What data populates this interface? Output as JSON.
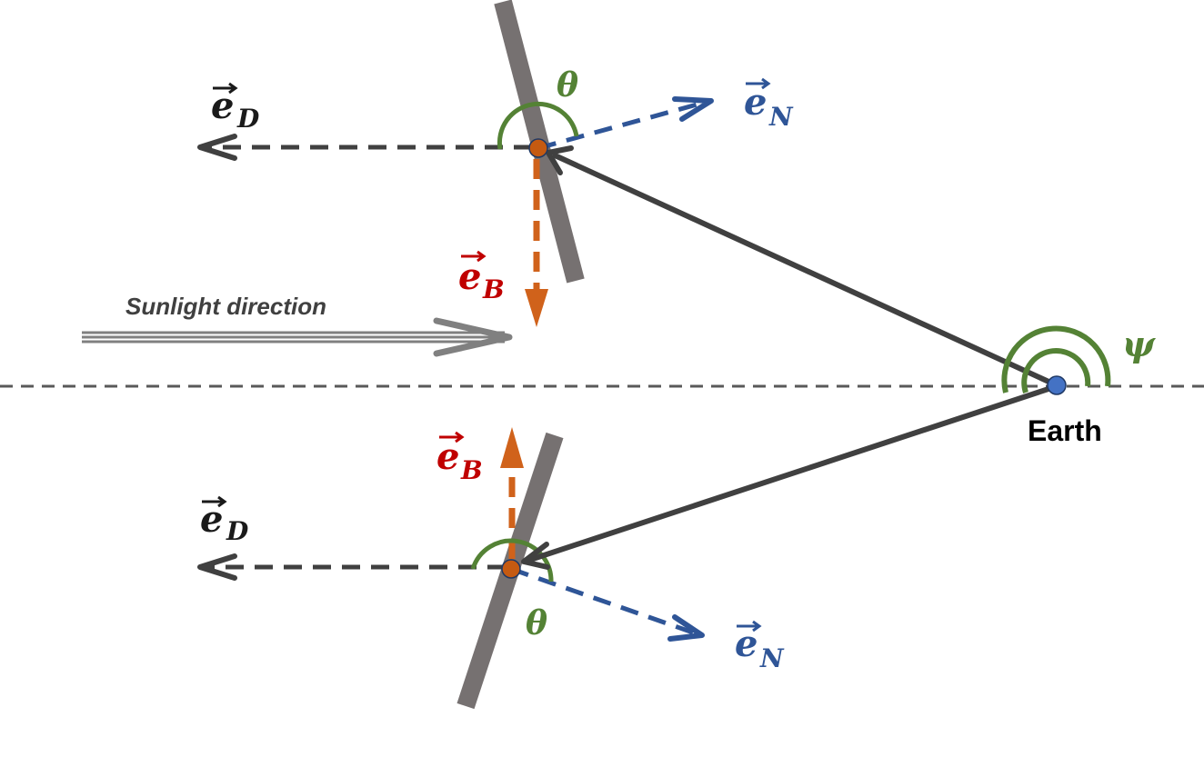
{
  "labels": {
    "theta_top": "θ",
    "theta_bottom": "θ",
    "psi": "ψ",
    "sunlight": "Sunlight direction",
    "earth": "Earth"
  },
  "vectors": {
    "e_D_top": {
      "base": "e",
      "sub": "D"
    },
    "e_N_top": {
      "base": "e",
      "sub": "N"
    },
    "e_B_top": {
      "base": "e",
      "sub": "B"
    },
    "e_D_bottom": {
      "base": "e",
      "sub": "D"
    },
    "e_N_bottom": {
      "base": "e",
      "sub": "N"
    },
    "e_B_bottom": {
      "base": "e",
      "sub": "B"
    }
  },
  "colors": {
    "black_vector": "#1a1a1a",
    "dark_line": "#404040",
    "normal_blue": "#2f5597",
    "binormal_label_red": "#c00000",
    "binormal_arrow_orange": "#d0621b",
    "angle_green": "#548235",
    "sail_gray": "#767171",
    "earth_blue": "#4472c4",
    "sail_dot_orange": "#c55a11",
    "sunlight_gray": "#808080"
  }
}
